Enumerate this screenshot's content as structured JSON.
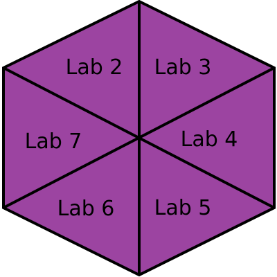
{
  "diagram": {
    "fill_color": "#9c44a1",
    "stroke_color": "#000000",
    "regions": [
      {
        "id": "lab2",
        "label": "Lab 2"
      },
      {
        "id": "lab3",
        "label": "Lab 3"
      },
      {
        "id": "lab7",
        "label": "Lab 7"
      },
      {
        "id": "lab4",
        "label": "Lab 4"
      },
      {
        "id": "lab6",
        "label": "Lab 6"
      },
      {
        "id": "lab5",
        "label": "Lab 5"
      }
    ]
  }
}
